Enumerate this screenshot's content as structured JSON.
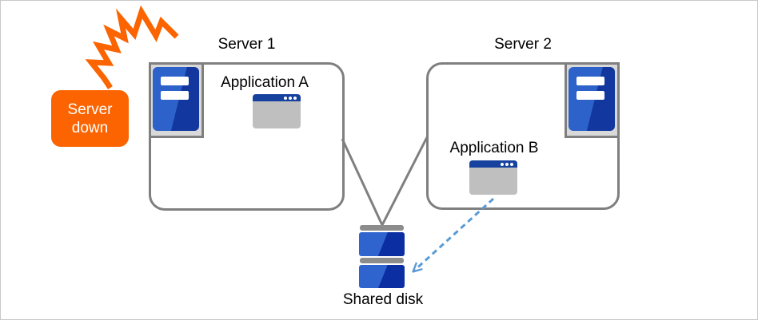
{
  "alert": {
    "label": "Server down"
  },
  "servers": [
    {
      "title": "Server 1",
      "application": "Application A"
    },
    {
      "title": "Server 2",
      "application": "Application B"
    }
  ],
  "storage": {
    "label": "Shared disk"
  },
  "icons": {
    "server1": "server-tower-icon",
    "server2": "server-tower-icon",
    "application_a": "app-window-icon",
    "application_b": "app-window-icon",
    "storage": "shared-disk-stack-icon",
    "alert": "crash-bolt-icon",
    "links": [
      "server1-to-disk-line",
      "server2-to-disk-line",
      "app-b-to-disk-dashed-arrow"
    ]
  },
  "colors": {
    "alert_orange": "#FB6400",
    "outline_gray": "#7F7F7F",
    "icon_bg_gray": "#D9D9D9",
    "tower_blue_light": "#2C62C9",
    "tower_blue_dark": "#12389F",
    "window_titlebar_blue": "#17419E",
    "window_body_gray": "#BFBFBF",
    "disk_blue_light": "#2F64CF",
    "disk_blue_dark": "#0B2FA3",
    "disk_bar_gray": "#8C8C8C",
    "dashed_arrow_blue": "#5B9BD5",
    "text_black": "#000000",
    "canvas_border": "#C9C9C9"
  }
}
